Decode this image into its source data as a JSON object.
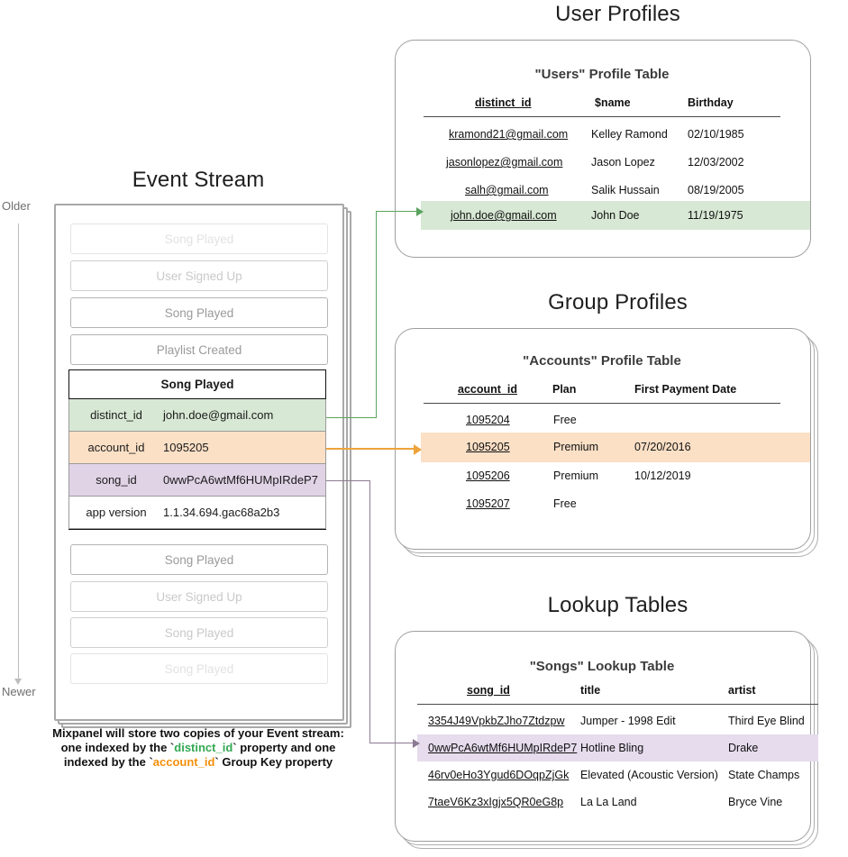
{
  "sections": {
    "event_stream_title": "Event Stream",
    "user_profiles_title": "User Profiles",
    "group_profiles_title": "Group Profiles",
    "lookup_tables_title": "Lookup Tables"
  },
  "axis": {
    "older": "Older",
    "newer": "Newer"
  },
  "event_stream": {
    "rows_above": [
      {
        "label": "Song Played",
        "fade": "fade1"
      },
      {
        "label": "User Signed Up",
        "fade": "fade2"
      },
      {
        "label": "Song Played",
        "fade": "fade3"
      },
      {
        "label": "Playlist Created",
        "fade": "fade3"
      }
    ],
    "focused_event": {
      "name": "Song Played",
      "properties": [
        {
          "key": "distinct_id",
          "value": "john.doe@gmail.com",
          "color": "#d7e8d4"
        },
        {
          "key": "account_id",
          "value": "1095205",
          "color": "#fbe0c6"
        },
        {
          "key": "song_id",
          "value": "0wwPcA6wtMf6HUMpIRdeP7",
          "color": "#e0d3e6"
        },
        {
          "key": "app version",
          "value": "1.1.34.694.gac68a2b3",
          "color": "#ffffff"
        }
      ]
    },
    "rows_below": [
      {
        "label": "Song Played",
        "fade": "fade3"
      },
      {
        "label": "User Signed Up",
        "fade": "fade2"
      },
      {
        "label": "Song Played",
        "fade": "fade2"
      },
      {
        "label": "Song Played",
        "fade": "fade1"
      }
    ]
  },
  "caption": {
    "line1": "Mixpanel will store two copies of your Event stream:",
    "line2_a": "one indexed by the `",
    "line2_kw": "distinct_id",
    "line2_b": "` property and one",
    "line3_a": "indexed by the `",
    "line3_kw": "account_id",
    "line3_b": "` Group Key property"
  },
  "users_table": {
    "title": "\"Users\" Profile Table",
    "columns": [
      "distinct_id",
      "$name",
      "Birthday"
    ],
    "rows": [
      {
        "distinct_id": "kramond21@gmail.com",
        "name": "Kelley Ramond",
        "birthday": "02/10/1985",
        "highlight": false
      },
      {
        "distinct_id": "jasonlopez@gmail.com",
        "name": "Jason Lopez",
        "birthday": "12/03/2002",
        "highlight": false
      },
      {
        "distinct_id": "salh@gmail.com",
        "name": "Salik Hussain",
        "birthday": "08/19/2005",
        "highlight": false
      },
      {
        "distinct_id": "john.doe@gmail.com",
        "name": "John Doe",
        "birthday": "11/19/1975",
        "highlight": true
      }
    ],
    "highlight_color": "#d7e8d4"
  },
  "accounts_table": {
    "title": "\"Accounts\" Profile Table",
    "columns": [
      "account_id",
      "Plan",
      "First Payment Date"
    ],
    "rows": [
      {
        "account_id": "1095204",
        "plan": "Free",
        "first_payment": "",
        "highlight": false
      },
      {
        "account_id": "1095205",
        "plan": "Premium",
        "first_payment": "07/20/2016",
        "highlight": true
      },
      {
        "account_id": "1095206",
        "plan": "Premium",
        "first_payment": "10/12/2019",
        "highlight": false
      },
      {
        "account_id": "1095207",
        "plan": "Free",
        "first_payment": "",
        "highlight": false
      }
    ],
    "highlight_color": "#fbe0c6"
  },
  "songs_table": {
    "title": "\"Songs\" Lookup Table",
    "columns": [
      "song_id",
      "title",
      "artist"
    ],
    "rows": [
      {
        "song_id": "3354J49VpkbZJho7Ztdzpw",
        "title": "Jumper - 1998 Edit",
        "artist": "Third Eye Blind",
        "highlight": false
      },
      {
        "song_id": "0wwPcA6wtMf6HUMpIRdeP7",
        "title": "Hotline Bling",
        "artist": "Drake",
        "highlight": true
      },
      {
        "song_id": "46rv0eHo3Ygud6DOqpZjGk",
        "title": "Elevated (Acoustic Version)",
        "artist": "State Champs",
        "highlight": false
      },
      {
        "song_id": "7taeV6Kz3xIgjx5QR0eG8p",
        "title": "La La Land",
        "artist": "Bryce Vine",
        "highlight": false
      }
    ],
    "highlight_color": "#e6dced"
  },
  "connectors": {
    "distinct_id_color": "#5ba35e",
    "account_id_color": "#eda33b",
    "song_id_color": "#8d7a93"
  }
}
